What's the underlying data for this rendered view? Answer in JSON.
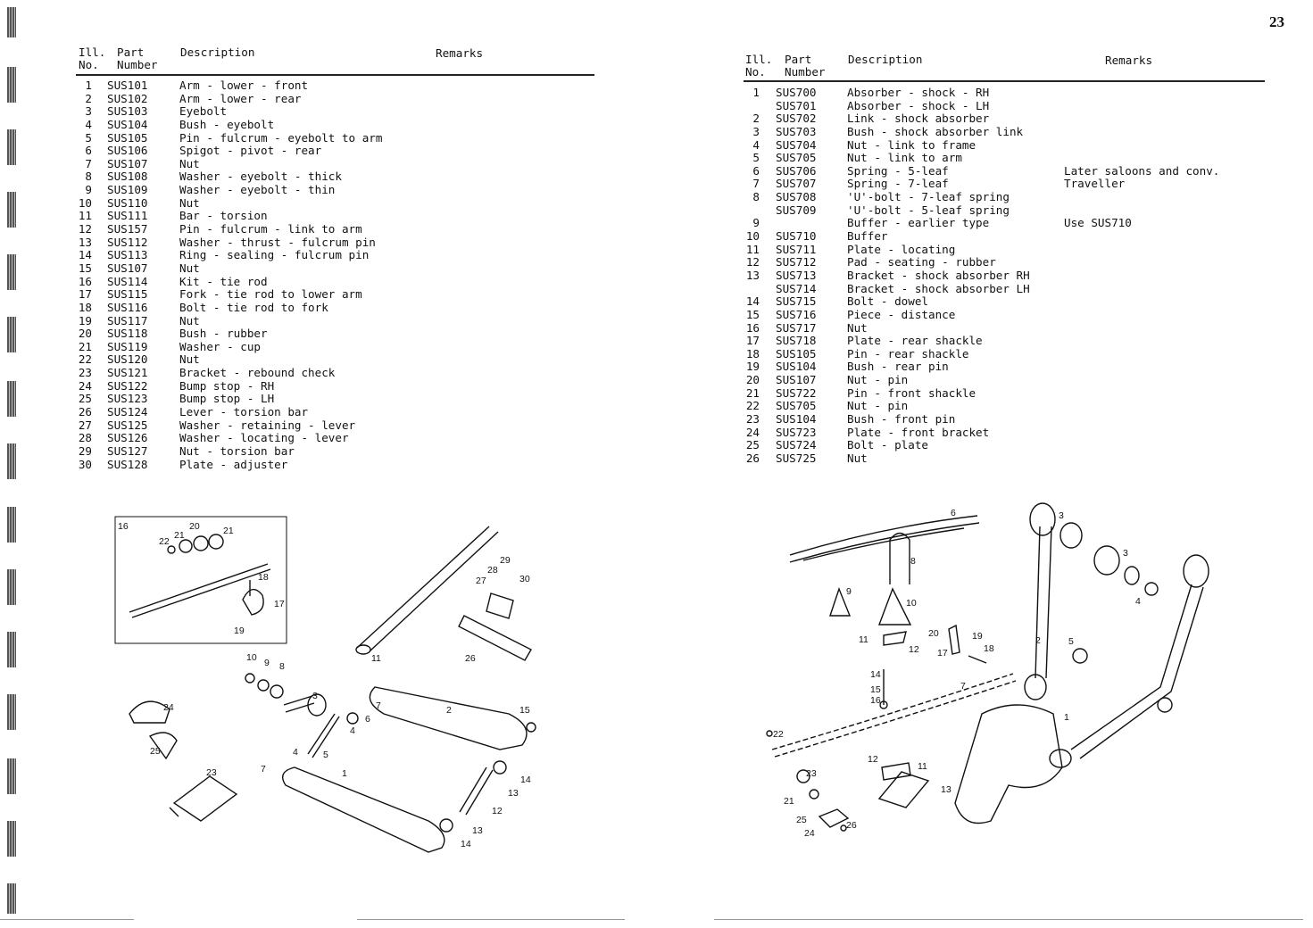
{
  "page_number": "23",
  "left_table": {
    "headers": {
      "ill_no_1": "Ill.",
      "ill_no_2": "No.",
      "part_1": "Part",
      "part_2": "Number",
      "description": "Description",
      "remarks": "Remarks"
    },
    "rows": [
      {
        "no": "1",
        "part": "SUS101",
        "desc": "Arm - lower - front",
        "remarks": ""
      },
      {
        "no": "2",
        "part": "SUS102",
        "desc": "Arm - lower - rear",
        "remarks": ""
      },
      {
        "no": "3",
        "part": "SUS103",
        "desc": "Eyebolt",
        "remarks": ""
      },
      {
        "no": "4",
        "part": "SUS104",
        "desc": "Bush - eyebolt",
        "remarks": ""
      },
      {
        "no": "5",
        "part": "SUS105",
        "desc": "Pin - fulcrum - eyebolt to arm",
        "remarks": ""
      },
      {
        "no": "6",
        "part": "SUS106",
        "desc": "Spigot - pivot - rear",
        "remarks": ""
      },
      {
        "no": "7",
        "part": "SUS107",
        "desc": "Nut",
        "remarks": ""
      },
      {
        "no": "8",
        "part": "SUS108",
        "desc": "Washer - eyebolt - thick",
        "remarks": ""
      },
      {
        "no": "9",
        "part": "SUS109",
        "desc": "Washer - eyebolt - thin",
        "remarks": ""
      },
      {
        "no": "10",
        "part": "SUS110",
        "desc": "Nut",
        "remarks": ""
      },
      {
        "no": "11",
        "part": "SUS111",
        "desc": "Bar - torsion",
        "remarks": ""
      },
      {
        "no": "12",
        "part": "SUS157",
        "desc": "Pin - fulcrum - link to arm",
        "remarks": ""
      },
      {
        "no": "13",
        "part": "SUS112",
        "desc": "Washer - thrust - fulcrum pin",
        "remarks": ""
      },
      {
        "no": "14",
        "part": "SUS113",
        "desc": "Ring - sealing - fulcrum pin",
        "remarks": ""
      },
      {
        "no": "15",
        "part": "SUS107",
        "desc": "Nut",
        "remarks": ""
      },
      {
        "no": "16",
        "part": "SUS114",
        "desc": "Kit - tie rod",
        "remarks": ""
      },
      {
        "no": "17",
        "part": "SUS115",
        "desc": "Fork - tie rod to lower arm",
        "remarks": ""
      },
      {
        "no": "18",
        "part": "SUS116",
        "desc": "Bolt - tie rod to fork",
        "remarks": ""
      },
      {
        "no": "19",
        "part": "SUS117",
        "desc": "Nut",
        "remarks": ""
      },
      {
        "no": "20",
        "part": "SUS118",
        "desc": "Bush - rubber",
        "remarks": ""
      },
      {
        "no": "21",
        "part": "SUS119",
        "desc": "Washer - cup",
        "remarks": ""
      },
      {
        "no": "22",
        "part": "SUS120",
        "desc": "Nut",
        "remarks": ""
      },
      {
        "no": "23",
        "part": "SUS121",
        "desc": "Bracket - rebound check",
        "remarks": ""
      },
      {
        "no": "24",
        "part": "SUS122",
        "desc": "Bump stop - RH",
        "remarks": ""
      },
      {
        "no": "25",
        "part": "SUS123",
        "desc": "Bump stop - LH",
        "remarks": ""
      },
      {
        "no": "26",
        "part": "SUS124",
        "desc": "Lever - torsion bar",
        "remarks": ""
      },
      {
        "no": "27",
        "part": "SUS125",
        "desc": "Washer - retaining - lever",
        "remarks": ""
      },
      {
        "no": "28",
        "part": "SUS126",
        "desc": "Washer - locating - lever",
        "remarks": ""
      },
      {
        "no": "29",
        "part": "SUS127",
        "desc": "Nut - torsion bar",
        "remarks": ""
      },
      {
        "no": "30",
        "part": "SUS128",
        "desc": "Plate - adjuster",
        "remarks": ""
      }
    ]
  },
  "right_table": {
    "headers": {
      "ill_no_1": "Ill.",
      "ill_no_2": "No.",
      "part_1": "Part",
      "part_2": "Number",
      "description": "Description",
      "remarks": "Remarks"
    },
    "rows": [
      {
        "no": "1",
        "part": "SUS700",
        "desc": "Absorber - shock - RH",
        "remarks": ""
      },
      {
        "no": "",
        "part": "SUS701",
        "desc": "Absorber - shock - LH",
        "remarks": ""
      },
      {
        "no": "2",
        "part": "SUS702",
        "desc": "Link - shock absorber",
        "remarks": ""
      },
      {
        "no": "3",
        "part": "SUS703",
        "desc": "Bush - shock absorber link",
        "remarks": ""
      },
      {
        "no": "4",
        "part": "SUS704",
        "desc": "Nut - link to frame",
        "remarks": ""
      },
      {
        "no": "5",
        "part": "SUS705",
        "desc": "Nut - link to arm",
        "remarks": ""
      },
      {
        "no": "6",
        "part": "SUS706",
        "desc": "Spring - 5-leaf",
        "remarks": "Later saloons and conv."
      },
      {
        "no": "7",
        "part": "SUS707",
        "desc": "Spring - 7-leaf",
        "remarks": "Traveller"
      },
      {
        "no": "8",
        "part": "SUS708",
        "desc": "'U'-bolt - 7-leaf spring",
        "remarks": ""
      },
      {
        "no": "",
        "part": "SUS709",
        "desc": "'U'-bolt - 5-leaf spring",
        "remarks": ""
      },
      {
        "no": "9",
        "part": "",
        "desc": "Buffer - earlier type",
        "remarks": "Use SUS710"
      },
      {
        "no": "10",
        "part": "SUS710",
        "desc": "Buffer",
        "remarks": ""
      },
      {
        "no": "11",
        "part": "SUS711",
        "desc": "Plate - locating",
        "remarks": ""
      },
      {
        "no": "12",
        "part": "SUS712",
        "desc": "Pad - seating - rubber",
        "remarks": ""
      },
      {
        "no": "13",
        "part": "SUS713",
        "desc": "Bracket - shock absorber RH",
        "remarks": ""
      },
      {
        "no": "",
        "part": "SUS714",
        "desc": "Bracket - shock absorber LH",
        "remarks": ""
      },
      {
        "no": "14",
        "part": "SUS715",
        "desc": "Bolt - dowel",
        "remarks": ""
      },
      {
        "no": "15",
        "part": "SUS716",
        "desc": "Piece - distance",
        "remarks": ""
      },
      {
        "no": "16",
        "part": "SUS717",
        "desc": "Nut",
        "remarks": ""
      },
      {
        "no": "17",
        "part": "SUS718",
        "desc": "Plate - rear shackle",
        "remarks": ""
      },
      {
        "no": "18",
        "part": "SUS105",
        "desc": "Pin - rear shackle",
        "remarks": ""
      },
      {
        "no": "19",
        "part": "SUS104",
        "desc": "Bush - rear pin",
        "remarks": ""
      },
      {
        "no": "20",
        "part": "SUS107",
        "desc": "Nut - pin",
        "remarks": ""
      },
      {
        "no": "21",
        "part": "SUS722",
        "desc": "Pin - front shackle",
        "remarks": ""
      },
      {
        "no": "22",
        "part": "SUS705",
        "desc": "Nut - pin",
        "remarks": ""
      },
      {
        "no": "23",
        "part": "SUS104",
        "desc": "Bush - front pin",
        "remarks": ""
      },
      {
        "no": "24",
        "part": "SUS723",
        "desc": "Plate - front bracket",
        "remarks": ""
      },
      {
        "no": "25",
        "part": "SUS724",
        "desc": "Bolt - plate",
        "remarks": ""
      },
      {
        "no": "26",
        "part": "SUS725",
        "desc": "Nut",
        "remarks": ""
      }
    ]
  },
  "left_diagram_callouts": [
    "16",
    "22",
    "21",
    "20",
    "21",
    "18",
    "17",
    "19",
    "29",
    "28",
    "27",
    "30",
    "11",
    "26",
    "10",
    "9",
    "8",
    "3",
    "24",
    "25",
    "7",
    "6",
    "4",
    "2",
    "15",
    "4",
    "5",
    "1",
    "23",
    "7",
    "14",
    "13",
    "12",
    "13",
    "14"
  ],
  "right_diagram_callouts": [
    "6",
    "3",
    "3",
    "8",
    "9",
    "10",
    "4",
    "11",
    "12",
    "20",
    "19",
    "18",
    "17",
    "2",
    "5",
    "14",
    "7",
    "15",
    "16",
    "1",
    "22",
    "12",
    "11",
    "23",
    "13",
    "21",
    "25",
    "26",
    "24"
  ]
}
